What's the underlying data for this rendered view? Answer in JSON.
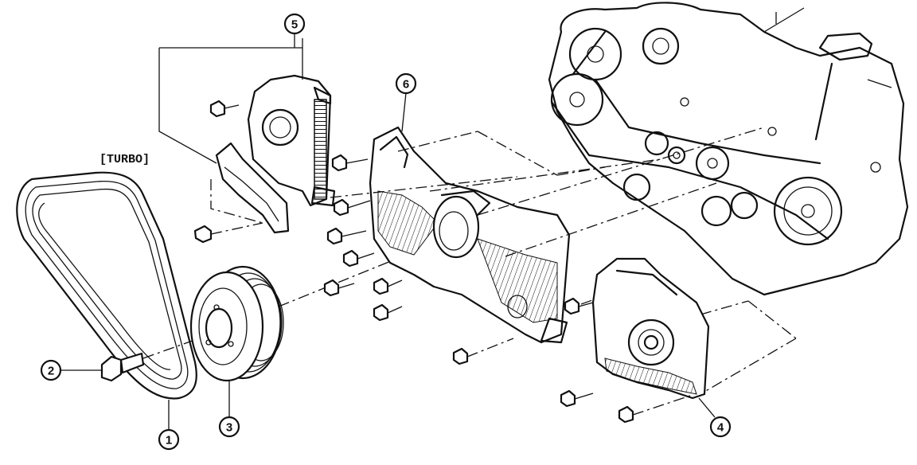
{
  "callouts": [
    {
      "id": "1",
      "label": "1",
      "part": "v-belt"
    },
    {
      "id": "2",
      "label": "2",
      "part": "pulley-bolt"
    },
    {
      "id": "3",
      "label": "3",
      "part": "crankshaft-pulley"
    },
    {
      "id": "4",
      "label": "4",
      "part": "lower-timing-cover"
    },
    {
      "id": "5",
      "label": "5",
      "part": "upper-timing-cover"
    },
    {
      "id": "6",
      "label": "6",
      "part": "middle-timing-cover"
    }
  ],
  "turbo_label": "[TURBO]"
}
